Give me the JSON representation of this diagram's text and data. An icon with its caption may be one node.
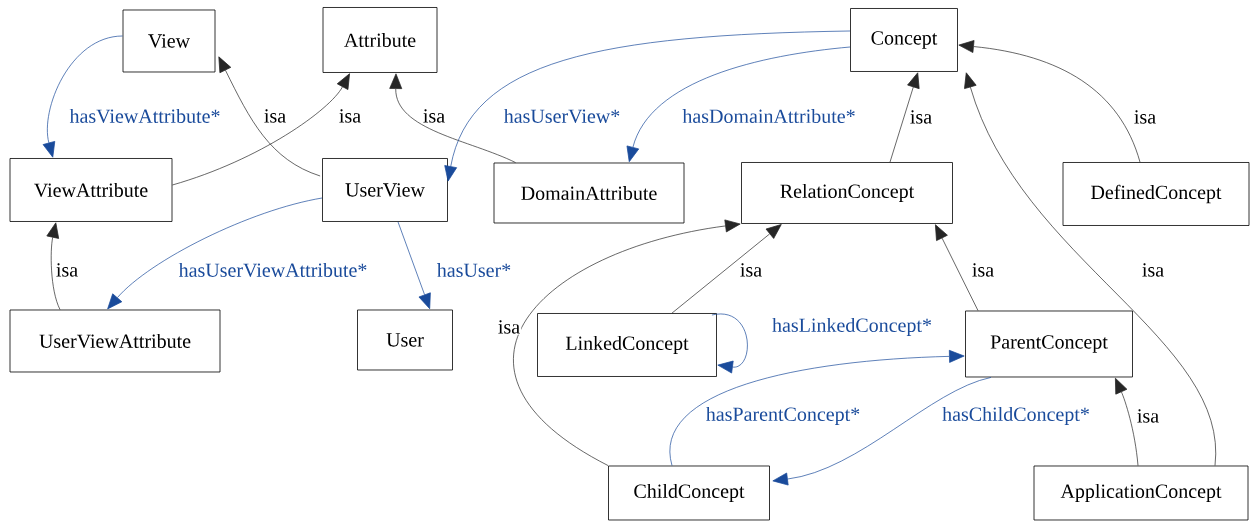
{
  "diagram": {
    "nodes": [
      {
        "text": [
          "View"
        ]
      },
      {
        "text": [
          "Attribute"
        ]
      },
      {
        "text": [
          "Concept"
        ]
      },
      {
        "text": [
          "ViewAttribute"
        ]
      },
      {
        "text": [
          "UserView"
        ]
      },
      {
        "text": [
          "DomainAttribute"
        ]
      },
      {
        "text": [
          "RelationConcept"
        ]
      },
      {
        "text": [
          "DefinedConcept"
        ]
      },
      {
        "text": [
          "UserViewAttribute"
        ]
      },
      {
        "text": [
          "User"
        ]
      },
      {
        "text": [
          "LinkedConcept"
        ]
      },
      {
        "text": [
          "ParentConcept"
        ]
      },
      {
        "text": [
          "ChildConcept"
        ]
      },
      {
        "text": [
          "ApplicationConcept"
        ]
      }
    ],
    "edges": [
      {
        "from": 0,
        "to": 3,
        "arrow": "to",
        "label": "hasViewAttribute*",
        "color": "#1a4b9b"
      },
      {
        "from": 3,
        "to": 1,
        "arrow": "to",
        "label": "isa"
      },
      {
        "from": 4,
        "to": 0,
        "arrow": "to",
        "label": "isa"
      },
      {
        "from": 5,
        "to": 1,
        "arrow": "to",
        "label": "isa"
      },
      {
        "from": 2,
        "to": 4,
        "arrow": "to",
        "label": "hasUserView*",
        "color": "#1a4b9b"
      },
      {
        "from": 2,
        "to": 5,
        "arrow": "to",
        "label": "hasDomainAttribute*",
        "color": "#1a4b9b"
      },
      {
        "from": 6,
        "to": 2,
        "arrow": "to",
        "label": "isa"
      },
      {
        "from": 7,
        "to": 2,
        "arrow": "to",
        "label": "isa"
      },
      {
        "from": 13,
        "to": 2,
        "arrow": "to",
        "label": "isa"
      },
      {
        "from": 8,
        "to": 3,
        "arrow": "to",
        "label": "isa"
      },
      {
        "from": 4,
        "to": 8,
        "arrow": "to",
        "label": "hasUserViewAttribute*",
        "color": "#1a4b9b"
      },
      {
        "from": 4,
        "to": 9,
        "arrow": "to",
        "label": "hasUser*",
        "color": "#1a4b9b"
      },
      {
        "from": 12,
        "to": 6,
        "arrow": "to",
        "label": "isa"
      },
      {
        "from": 10,
        "to": 6,
        "arrow": "to",
        "label": "isa"
      },
      {
        "from": 11,
        "to": 6,
        "arrow": "to",
        "label": "isa"
      },
      {
        "from": 10,
        "to": 10,
        "arrow": "to",
        "label": "hasLinkedConcept*",
        "color": "#1a4b9b"
      },
      {
        "from": 12,
        "to": 11,
        "arrow": "to",
        "label": "hasParentConcept*",
        "color": "#1a4b9b"
      },
      {
        "from": 11,
        "to": 12,
        "arrow": "to",
        "label": "hasChildConcept*",
        "color": "#1a4b9b"
      },
      {
        "from": 13,
        "to": 11,
        "arrow": "to",
        "label": "isa"
      }
    ]
  }
}
